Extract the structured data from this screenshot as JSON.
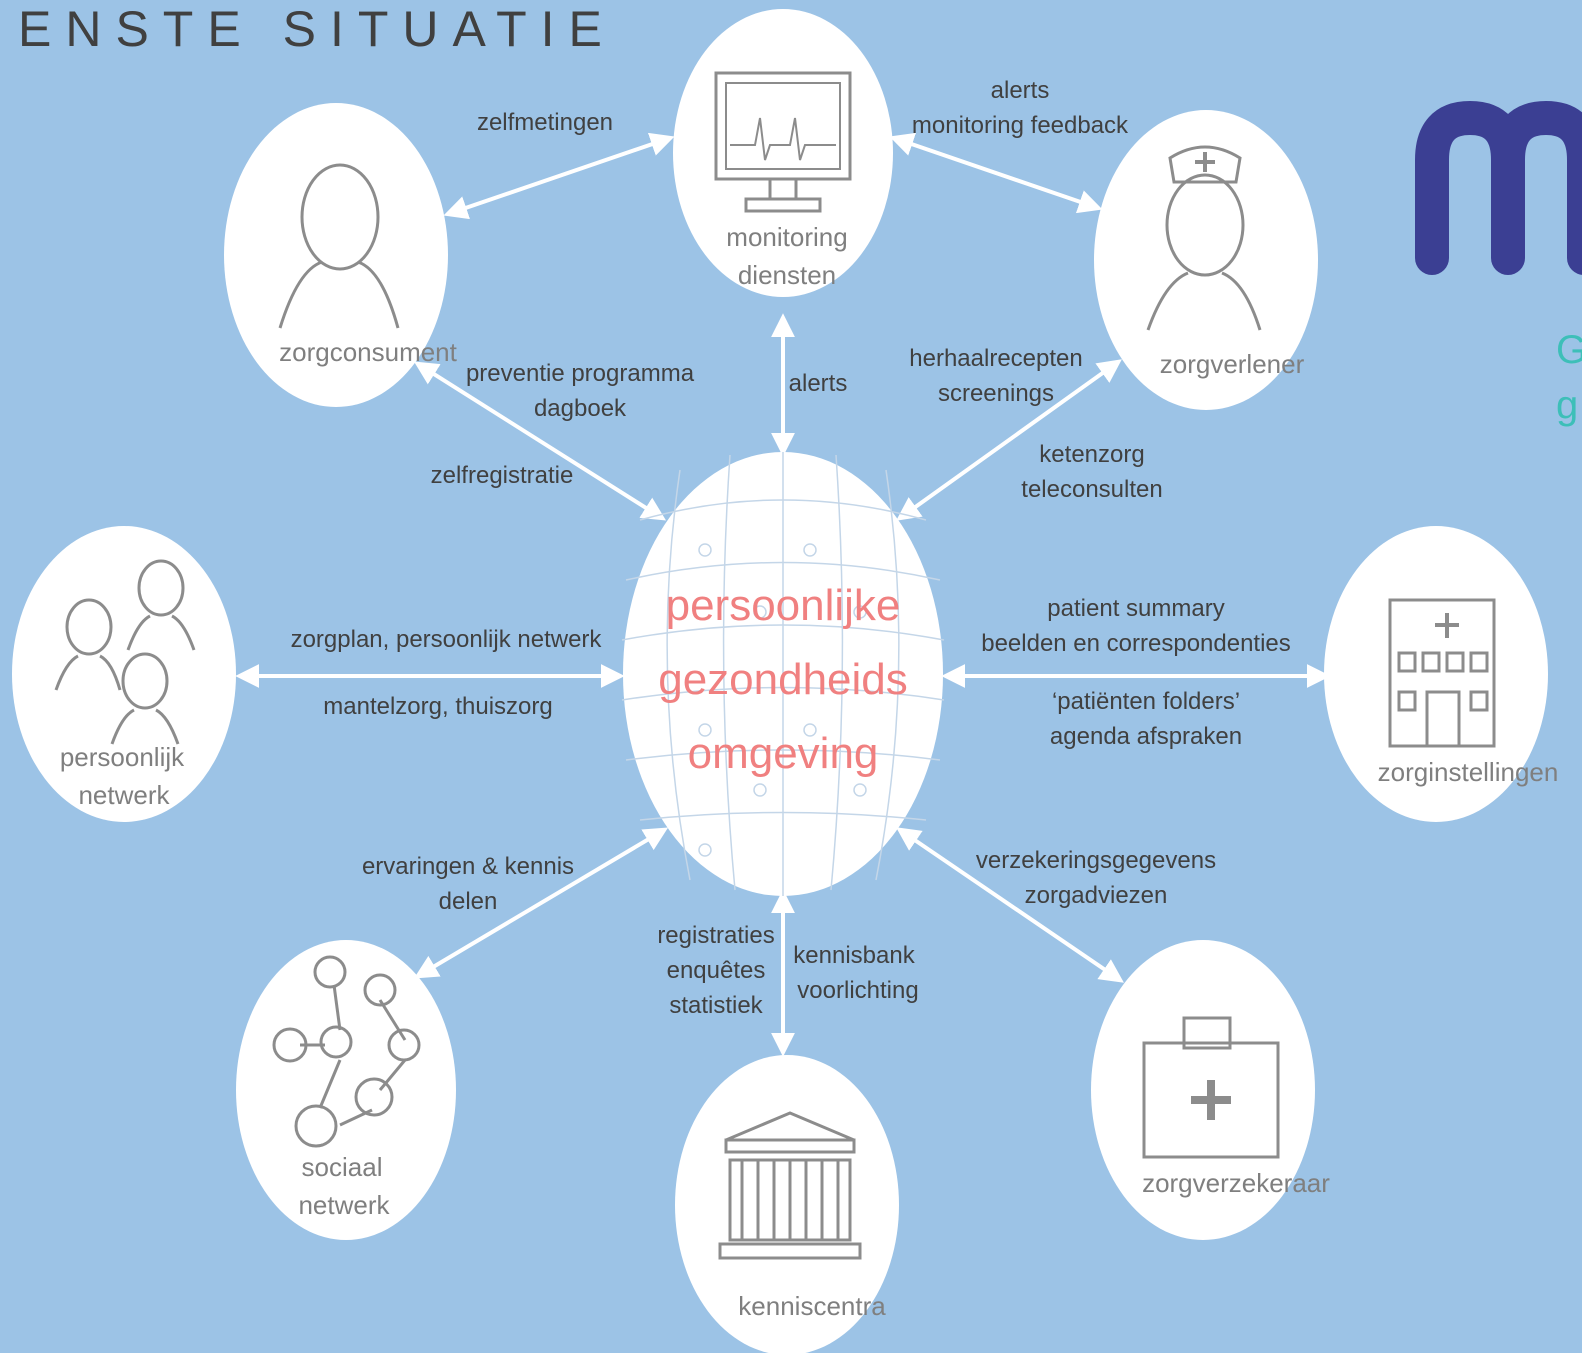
{
  "title": "ENSTE SITUATIE",
  "brand": {
    "logo_text": "m",
    "subtext": [
      "G",
      "g"
    ],
    "logo_color": "#3b3f93",
    "subtext_color": "#3dbfb8"
  },
  "center": {
    "lines": [
      "persoonlijke",
      "gezondheids",
      "omgeving"
    ],
    "color": "#f08080"
  },
  "nodes": {
    "monitoring": {
      "lines": [
        "monitoring",
        "diensten"
      ]
    },
    "zorgconsument": {
      "lines": [
        "zorgconsument"
      ]
    },
    "zorgverlener": {
      "lines": [
        "zorgverlener"
      ]
    },
    "persoonlijk_netwerk": {
      "lines": [
        "persoonlijk",
        "netwerk"
      ]
    },
    "zorginstellingen": {
      "lines": [
        "zorginstellingen"
      ]
    },
    "sociaal_netwerk": {
      "lines": [
        "sociaal",
        "netwerk"
      ]
    },
    "kenniscentra": {
      "lines": [
        "kenniscentra"
      ]
    },
    "zorgverzekeraar": {
      "lines": [
        "zorgverzekeraar"
      ]
    }
  },
  "edge_labels": {
    "zelfmetingen": [
      "zelfmetingen"
    ],
    "alerts_monitoring": [
      "alerts",
      "monitoring feedback"
    ],
    "preventie": [
      "preventie programma",
      "dagboek"
    ],
    "zelfregistratie": [
      "zelfregistratie"
    ],
    "alerts_center": [
      "alerts"
    ],
    "herhaal": [
      "herhaalrecepten",
      "screenings"
    ],
    "ketenzorg": [
      "ketenzorg",
      "teleconsulten"
    ],
    "zorgplan": [
      "zorgplan, persoonlijk netwerk"
    ],
    "mantelzorg": [
      "mantelzorg, thuiszorg"
    ],
    "patient": [
      "patient summary",
      "beelden en correspondenties"
    ],
    "folders": [
      "‘patiënten folders’",
      "agenda afspraken"
    ],
    "ervaringen": [
      "ervaringen & kennis",
      "delen"
    ],
    "registraties": [
      "registraties",
      "enquêtes",
      "statistiek"
    ],
    "kennisbank": [
      "kennisbank",
      "voorlichting"
    ],
    "verzekering": [
      "verzekeringsgegevens",
      "zorgadviezen"
    ]
  }
}
